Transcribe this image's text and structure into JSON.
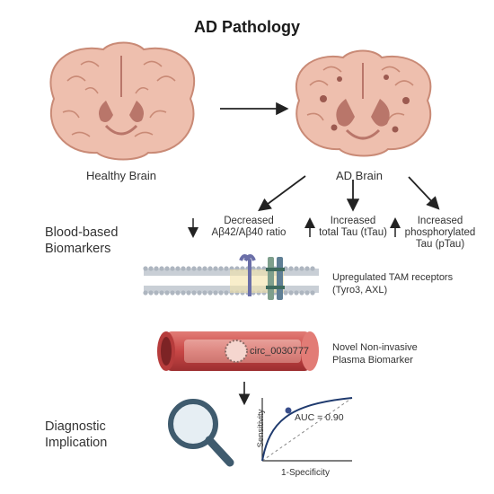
{
  "title": "AD Pathology",
  "brains": {
    "healthy_label": "Healthy Brain",
    "ad_label": "AD Brain"
  },
  "section_blood": "Blood-based\nBiomarkers",
  "biomarkers": [
    {
      "direction": "down",
      "text": "Decreased\nAβ42/Aβ40 ratio"
    },
    {
      "direction": "up",
      "text": "Increased\ntotal Tau (tTau)"
    },
    {
      "direction": "up",
      "text": "Increased\nphosphorylated\nTau (pTau)"
    }
  ],
  "receptors_label": "Upregulated TAM receptors\n(Tyro3, AXL)",
  "vessel": {
    "circ_label": "circ_0030777",
    "description": "Novel Non-invasive\nPlasma Biomarker"
  },
  "section_diagnostic": "Diagnostic\nImplication",
  "roc": {
    "auc_label": "AUC = 0.90",
    "ylabel": "Sensitivity",
    "xlabel": "1-Specificity"
  },
  "colors": {
    "brain_fill": "#eebfae",
    "brain_stroke": "#c98a76",
    "ventricle": "#b9766a",
    "vessel": "#c8494a",
    "lens": "#3f5b6e",
    "roc_point": "#3a4f8c"
  }
}
